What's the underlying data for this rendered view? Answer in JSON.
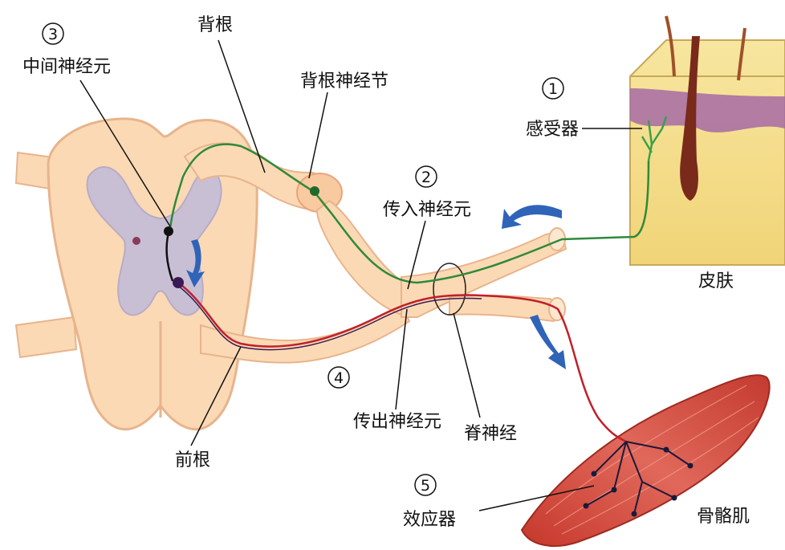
{
  "labels": {
    "dorsal_root": "背根",
    "dorsal_root_ganglion": "背根神经节",
    "interneuron": "中间神经元",
    "receptor": "感受器",
    "afferent_neuron": "传入神经元",
    "skin": "皮肤",
    "efferent_neuron": "传出神经元",
    "spinal_nerve": "脊神经",
    "ventral_root": "前根",
    "effector": "效应器",
    "skeletal_muscle": "骨骼肌"
  },
  "markers": {
    "m1": "1",
    "m2": "2",
    "m3": "3",
    "m4": "4",
    "m5": "5"
  },
  "colors": {
    "tissue": "#fbd9b4",
    "tissue_edge": "#e8b48c",
    "grey_matter": "#c9bfd4",
    "afferent_fiber": "#2e8a3a",
    "interneuron_fiber": "#111111",
    "efferent_fiber": "#c0202a",
    "arrow": "#2f64b8",
    "muscle": "#d2483a",
    "skin_epidermis": "#f3dd8a",
    "skin_dermis": "#a66aa6"
  }
}
